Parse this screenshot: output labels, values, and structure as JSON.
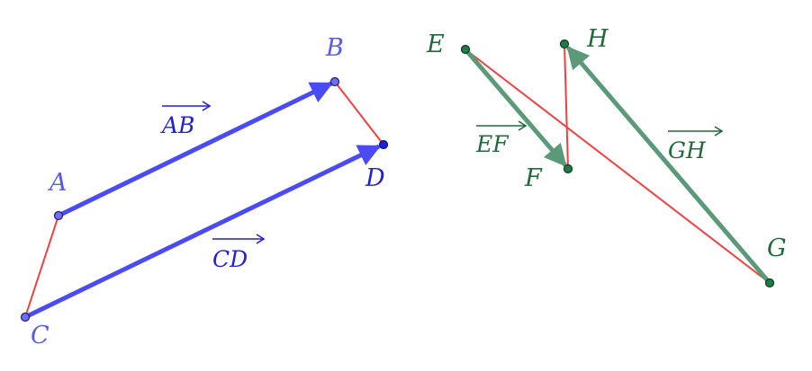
{
  "colors": {
    "blue_vector": "#4b4bf5",
    "blue_point_fill": "#6f6ff0",
    "blue_point_stroke": "#1a1a80",
    "blue_label": "#5a5ae6",
    "d_point_fill": "#1f1fdd",
    "green_vector": "#5a9a78",
    "green_point_fill": "#1e7a46",
    "green_point_stroke": "#0b3d1f",
    "green_label": "#1f6a3a",
    "red_segment": "#f04040"
  },
  "points": {
    "A": {
      "label": "A"
    },
    "B": {
      "label": "B"
    },
    "C": {
      "label": "C"
    },
    "D": {
      "label": "D"
    },
    "E": {
      "label": "E"
    },
    "F": {
      "label": "F"
    },
    "G": {
      "label": "G"
    },
    "H": {
      "label": "H"
    }
  },
  "vectors": {
    "AB": {
      "letters": "AB",
      "arrow": "→"
    },
    "CD": {
      "letters": "CD",
      "arrow": "→"
    },
    "EF": {
      "letters": "EF",
      "arrow": "→"
    },
    "GH": {
      "letters": "GH",
      "arrow": "→"
    }
  }
}
